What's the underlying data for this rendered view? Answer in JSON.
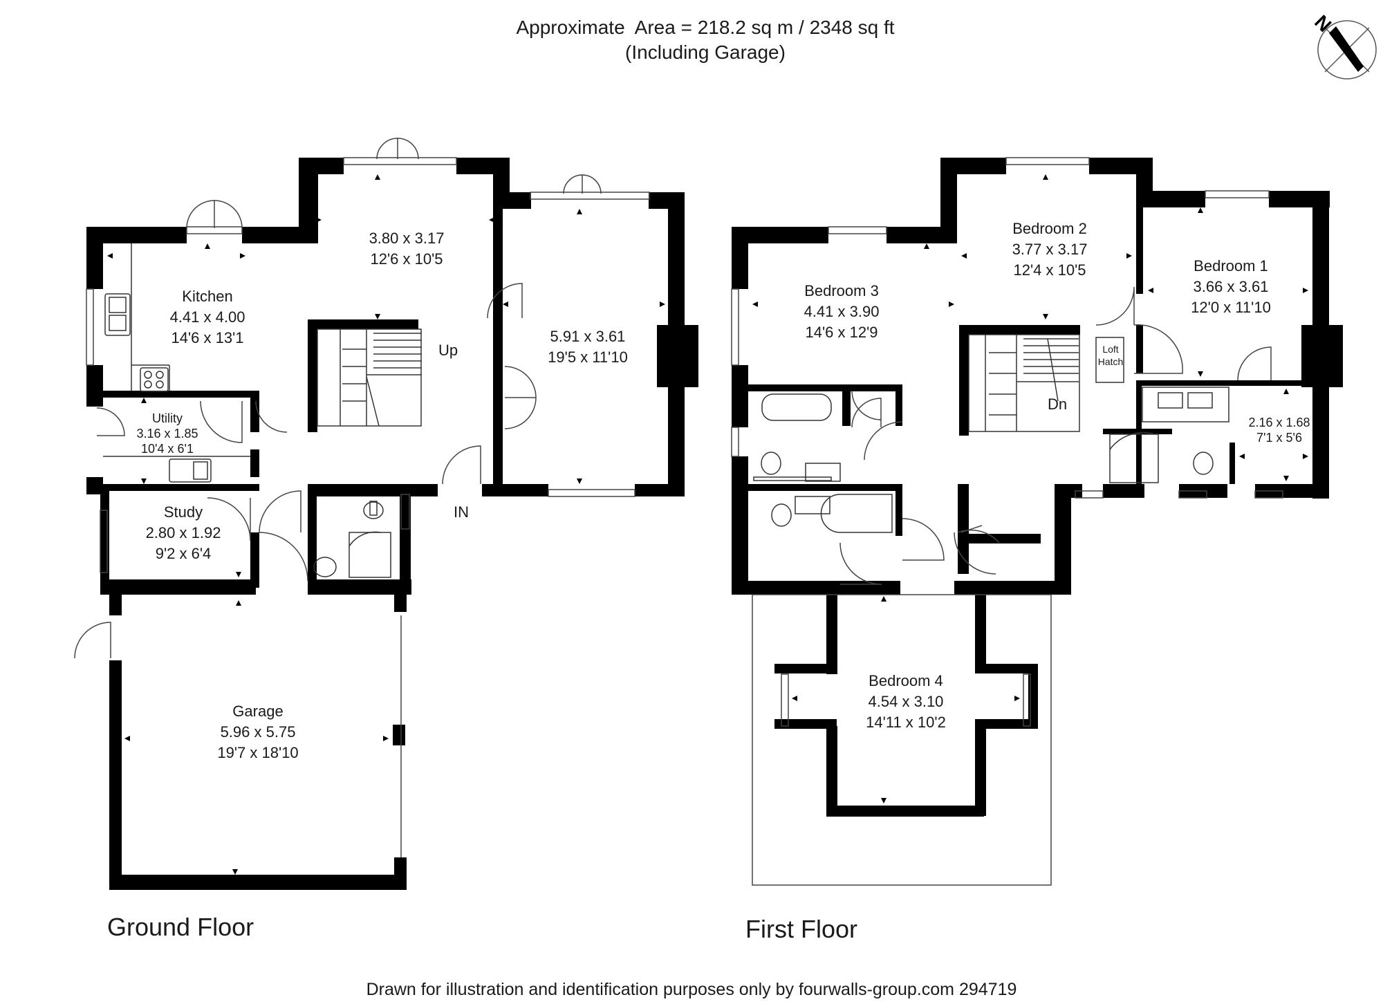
{
  "header": {
    "area_line": "Approximate  Area = 218.2 sq m / 2348 sq ft",
    "garage_note": "(Including Garage)"
  },
  "compass": {
    "label": "N",
    "icon": "north-arrow-icon"
  },
  "ground_floor": {
    "label": "Ground Floor",
    "rooms": [
      {
        "id": "kitchen",
        "name": "Kitchen",
        "metric": "4.41 x 4.00",
        "imperial": "14'6 x 13'1"
      },
      {
        "id": "dining",
        "name": "",
        "metric": "3.80 x 3.17",
        "imperial": "12'6 x 10'5"
      },
      {
        "id": "living",
        "name": "",
        "metric": "5.91 x 3.61",
        "imperial": "19'5 x 11'10"
      },
      {
        "id": "utility",
        "name": "Utility",
        "metric": "3.16 x 1.85",
        "imperial": "10'4 x 6'1"
      },
      {
        "id": "study",
        "name": "Study",
        "metric": "2.80 x 1.92",
        "imperial": "9'2 x 6'4"
      },
      {
        "id": "garage",
        "name": "Garage",
        "metric": "5.96 x 5.75",
        "imperial": "19'7 x 18'10"
      }
    ],
    "stairs_label": "Up",
    "entrance_label": "IN"
  },
  "first_floor": {
    "label": "First Floor",
    "rooms": [
      {
        "id": "bedroom3",
        "name": "Bedroom 3",
        "metric": "4.41 x 3.90",
        "imperial": "14'6 x 12'9"
      },
      {
        "id": "bedroom2",
        "name": "Bedroom 2",
        "metric": "3.77 x 3.17",
        "imperial": "12'4 x 10'5"
      },
      {
        "id": "bedroom1",
        "name": "Bedroom 1",
        "metric": "3.66 x 3.61",
        "imperial": "12'0 x 11'10"
      },
      {
        "id": "ensuite",
        "name": "",
        "metric": "2.16 x 1.68",
        "imperial": "7'1 x 5'6"
      },
      {
        "id": "bedroom4",
        "name": "Bedroom 4",
        "metric": "4.54 x 3.10",
        "imperial": "14'11 x 10'2"
      }
    ],
    "stairs_label": "Dn",
    "loft_hatch": [
      "Loft",
      "Hatch"
    ]
  },
  "footer": "Drawn for illustration and identification purposes only by fourwalls-group.com  294719"
}
